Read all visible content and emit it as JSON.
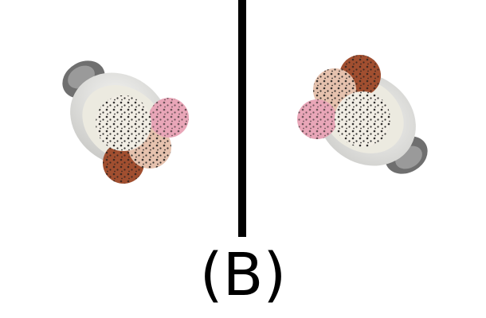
{
  "caption": "(B)",
  "colors": {
    "divider": "#000000",
    "background": "#ffffff",
    "bowl": "#d9d9d6",
    "handle": "#7a7a7a",
    "scoop_vanilla": "#f1ede4",
    "scoop_strawberry": "#e9a6b8",
    "scoop_peach": "#e6c2ae",
    "scoop_chocolate": "#a14f30",
    "sprinkles": "#1a1a1a"
  },
  "objects": [
    {
      "name": "ice-cream-bowl-left",
      "icon": "ice-cream-bowl-icon"
    },
    {
      "name": "ice-cream-bowl-right",
      "icon": "ice-cream-bowl-icon"
    }
  ]
}
